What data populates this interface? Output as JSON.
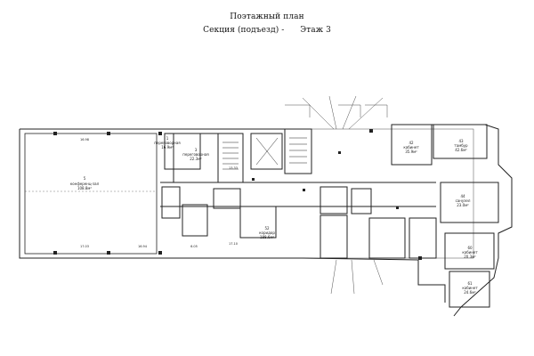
{
  "header": {
    "title": "Поэтажный план",
    "subtitle": "Секция (подъезд) -",
    "floor": "Этаж 3"
  },
  "rooms": {
    "r5": {
      "num": "5",
      "name": "конференц-зал",
      "area": "108.8м²"
    },
    "r3": {
      "num": "3",
      "name": "переговорная",
      "area": "22.3м²"
    },
    "r1": {
      "num": "1",
      "name": "переговорная",
      "area": "16.9м²"
    },
    "r52": {
      "num": "52",
      "name": "коридор",
      "area": "188.6м²"
    },
    "r42": {
      "num": "42",
      "name": "кабинет",
      "area": "35.9м²"
    },
    "r43": {
      "num": "43",
      "name": "тамбур",
      "area": "42.6м²"
    },
    "r44": {
      "num": "44",
      "name": "санузел",
      "area": "23.0м²"
    },
    "r60": {
      "num": "60",
      "name": "кабинет",
      "area": "20.3м²"
    },
    "r61": {
      "num": "61",
      "name": "кабинет",
      "area": "24.6м²"
    }
  },
  "dims": {
    "d1": "16.98",
    "d2": "17.03",
    "d3": "16.94",
    "d4": "6.05",
    "d5": "13.33",
    "d6": "17.10"
  }
}
